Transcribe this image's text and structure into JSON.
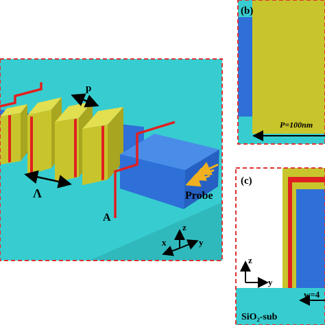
{
  "panel_a": {
    "label_lambda": "Λ",
    "label_p": "p",
    "label_probe": "Probe",
    "label_A": "A",
    "axis_x": "x",
    "axis_y": "y",
    "axis_z": "z"
  },
  "panel_b": {
    "label": "(b)",
    "dimension_text": "P=100nm"
  },
  "panel_c": {
    "label": "(c)",
    "axis_z": "z",
    "axis_y": "y",
    "width_text": "w=4",
    "substrate_text": "SiO₂-sub"
  },
  "colors": {
    "cyan": "#37cdd0",
    "blue": "#2f6fd8",
    "yellow": "#c8c52c",
    "red": "#e02020",
    "border_red": "#d33"
  }
}
